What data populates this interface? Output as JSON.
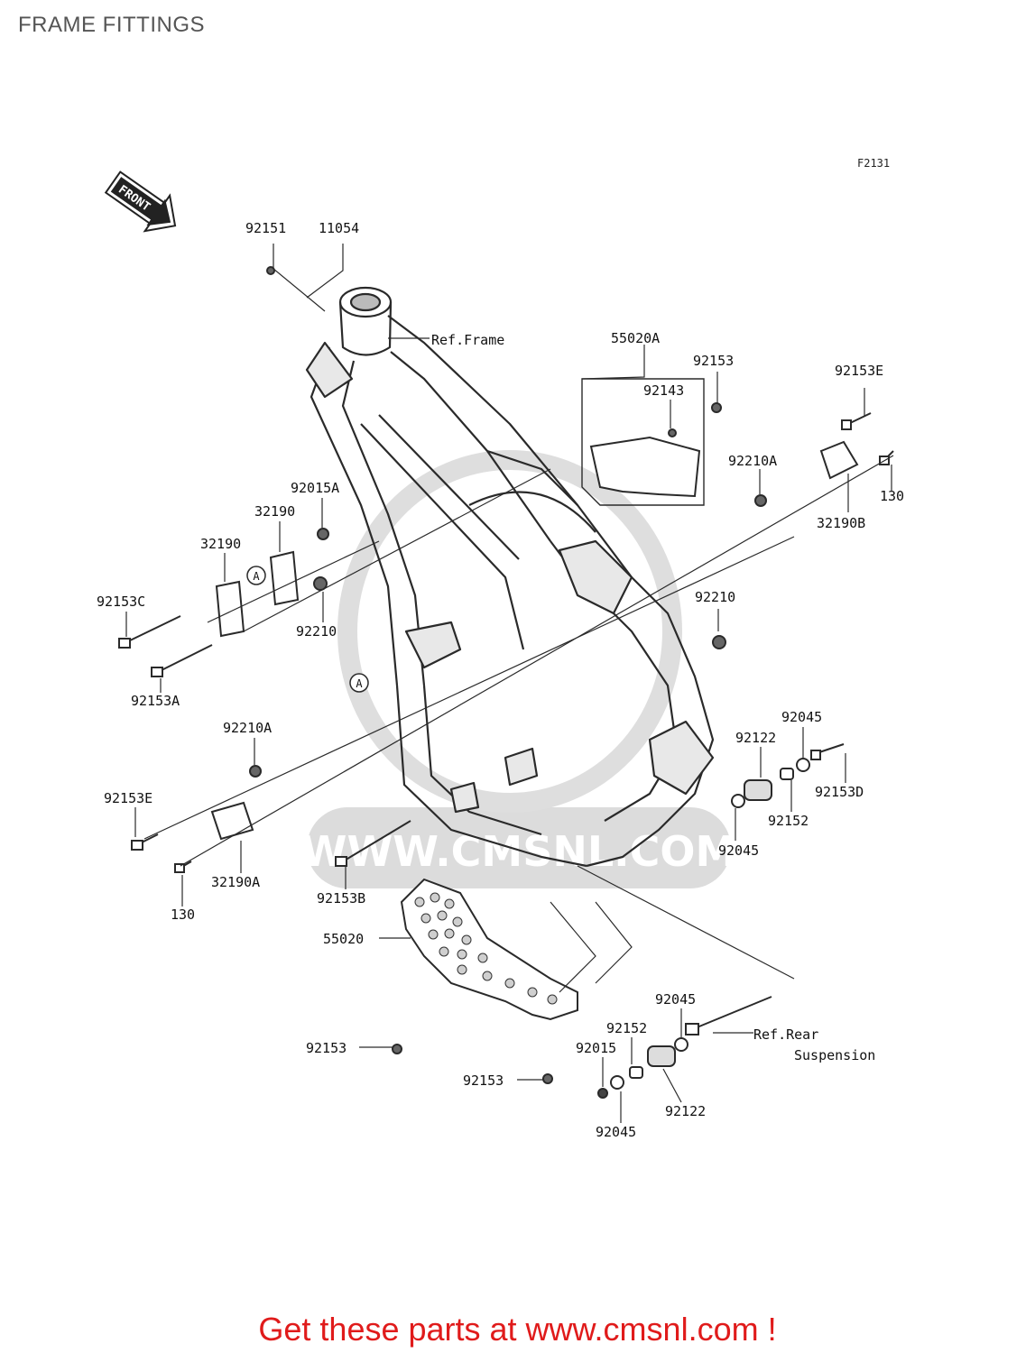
{
  "page": {
    "title": "FRAME FITTINGS",
    "promo": "Get these parts at www.cmsnl.com !"
  },
  "diagram": {
    "figure_code": "F2131",
    "front_label": "FRONT",
    "watermark": "WWW.CMSNL.COM",
    "callout_letter": "A",
    "references": {
      "frame": "Ref.Frame",
      "rear_susp_1": "Ref.Rear",
      "rear_susp_2": "Suspension"
    },
    "parts": [
      "92151",
      "11054",
      "55020A",
      "92153",
      "92143",
      "92153E",
      "92210A",
      "130",
      "32190B",
      "92015A",
      "32190",
      "32190",
      "92153C",
      "92210",
      "92210",
      "92153A",
      "92210A",
      "92045",
      "92122",
      "92153D",
      "92152",
      "92045",
      "92153E",
      "32190A",
      "130",
      "92153B",
      "55020",
      "92153",
      "92153",
      "92045",
      "92152",
      "92015",
      "92122",
      "92045"
    ]
  },
  "colors": {
    "line": "#2a2a2a",
    "watermark": "#d6d6d6",
    "title": "#555555",
    "promo": "#e01b1b"
  }
}
